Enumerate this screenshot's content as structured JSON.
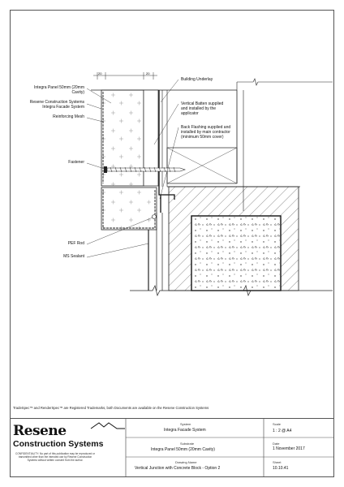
{
  "drawing": {
    "dim_top_1": "20",
    "dim_top_2": "20",
    "labels": {
      "integra_panel": "Integra Panel 50mm (20mm\nCavity)",
      "resene_system": "Resene Construction Systems\nIntegra Facade System",
      "reinforcing_mesh": "Reinforcing Mesh",
      "fastener": "Fastener",
      "pef_rod": "PEF Rod",
      "ms_sealant": "MS Sealant",
      "building_underlay": "Building Underlay",
      "vertical_batten": "Vertical Batten supplied\nand installed by the\napplicator",
      "back_flashing": "Back Flashing supplied and\ninstalled by main contractor\n(minimum 50mm cover)"
    }
  },
  "trademark_note": "TradeSpec™ and RenderSpec™ are Registered Trademarks, both Documents are available on the Resene Construction Systems",
  "title_block": {
    "logo_top": "Resene",
    "logo_bottom": "Construction Systems",
    "confidentiality": "CONFIDENTIALITY: No part of this publication may be reproduced or transmitted other than the intended use by Resene Construction Systems without written consent from the author.",
    "system_caption": "System",
    "system_value": "Integra Facade System",
    "substrate_caption": "Substrate",
    "substrate_value": "Integra Panel 50mm (20mm Cavity)",
    "drawing_name_caption": "Drawing Name",
    "drawing_name_value": "Vertical Junction with Concrete Block - Option 2",
    "scale_caption": "Scale",
    "scale_value": "1 : 2 @ A4",
    "date_caption": "Date",
    "date_value": "1 November 2017",
    "sheet_caption": "Sheet",
    "sheet_value": "10.10.41"
  }
}
